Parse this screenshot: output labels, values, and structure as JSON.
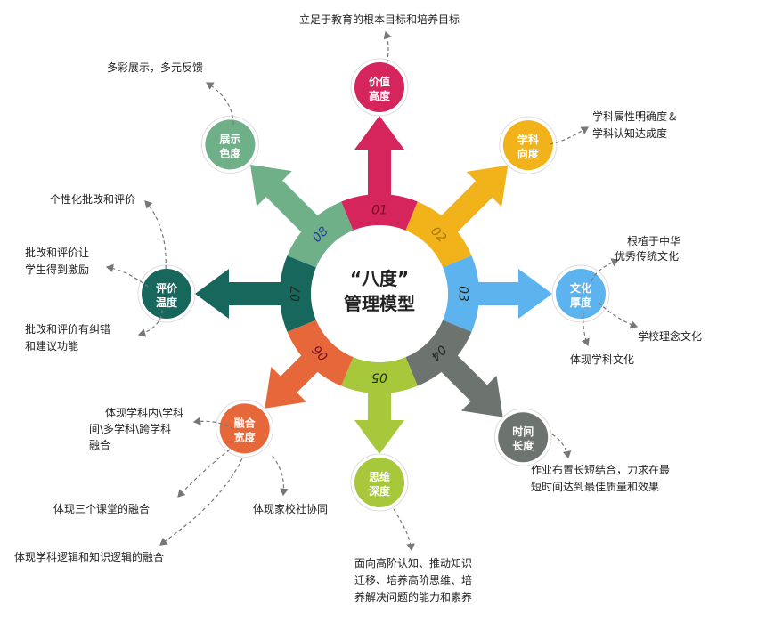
{
  "center": {
    "line1": "“八度”",
    "line2": "管理模型"
  },
  "dimensions": [
    {
      "id": "d1",
      "number": "01",
      "line1": "价值",
      "line2": "高度",
      "color": "#d6245d"
    },
    {
      "id": "d2",
      "number": "02",
      "line1": "学科",
      "line2": "向度",
      "color": "#f2b21a"
    },
    {
      "id": "d3",
      "number": "03",
      "line1": "文化",
      "line2": "厚度",
      "color": "#5cb3ee"
    },
    {
      "id": "d4",
      "number": "04",
      "line1": "时间",
      "line2": "长度",
      "color": "#6d746f"
    },
    {
      "id": "d5",
      "number": "05",
      "line1": "思维",
      "line2": "深度",
      "color": "#a6c83a"
    },
    {
      "id": "d6",
      "number": "06",
      "line1": "融合",
      "line2": "宽度",
      "color": "#e6683a"
    },
    {
      "id": "d7",
      "number": "07",
      "line1": "评价",
      "line2": "温度",
      "color": "#17675c"
    },
    {
      "id": "d8",
      "number": "08",
      "line1": "展示",
      "line2": "色度",
      "color": "#6fb088"
    }
  ],
  "labels": {
    "d1": [
      "立足于教育的根本目标和培养目标"
    ],
    "d2": [
      "学科属性明确度＆",
      "学科认知达成度"
    ],
    "d3a": [
      "根植于中华",
      "优秀传统文化"
    ],
    "d3b": [
      "学校理念文化"
    ],
    "d3c": [
      "体现学科文化"
    ],
    "d4": [
      "作业布置长短结合，力求在最",
      "短时间达到最佳质量和效果"
    ],
    "d5": [
      "面向高阶认知、推动知识",
      "迁移、培养高阶思维、培",
      "养解决问题的能力和素养"
    ],
    "d6a": [
      "体现学科内\\学科",
      "间\\多学科\\跨学科",
      "融合"
    ],
    "d6b": [
      "体现三个课堂的融合"
    ],
    "d6c": [
      "体现家校社协同"
    ],
    "d6d": [
      "体现学科逻辑和知识逻辑的融合"
    ],
    "d7a": [
      "个性化批改和评价"
    ],
    "d7b": [
      "批改和评价让",
      "学生得到激励"
    ],
    "d7c": [
      "批改和评价有纠错",
      "和建议功能"
    ],
    "d8": [
      "多彩展示，多元反馈"
    ]
  }
}
